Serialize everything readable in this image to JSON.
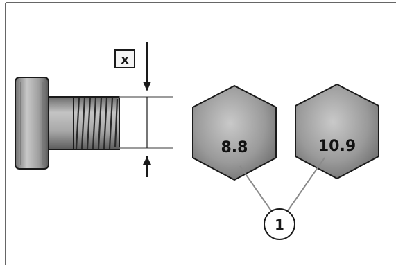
{
  "dimension_label": "x",
  "hex_markings": [
    "8.8",
    "10.9"
  ],
  "callout_number": "1",
  "colors": {
    "outline": "#1a1a1a",
    "metal_light": "#b8b8b8",
    "metal_mid": "#8a8a8a",
    "metal_dark": "#555555",
    "line": "#8a8a8a",
    "background": "#ffffff"
  }
}
